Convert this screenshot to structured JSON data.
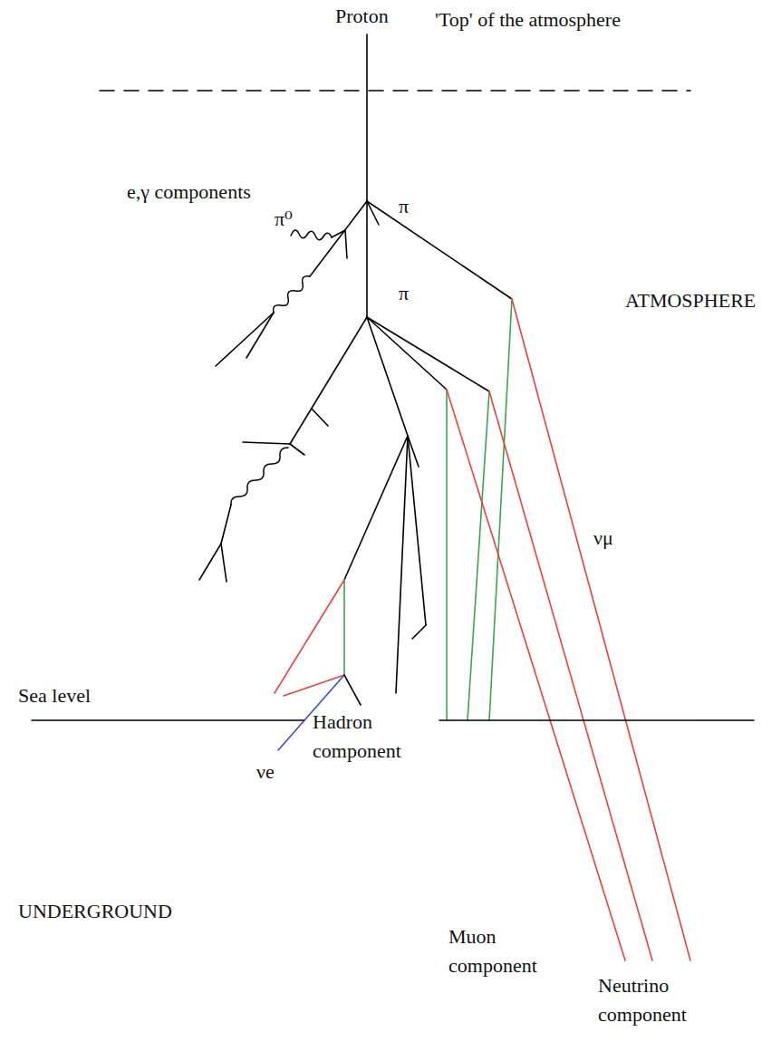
{
  "diagram": {
    "labels": [
      "Proton",
      "'Top' of the atmosphere",
      "π⁰",
      "π",
      "e,γ components",
      "π",
      "ATMOSPHERE",
      "νμ",
      "Sea level",
      "Hadron component",
      "νe",
      "UNDERGROUND",
      "Muon component",
      "Neutrino component"
    ]
  }
}
